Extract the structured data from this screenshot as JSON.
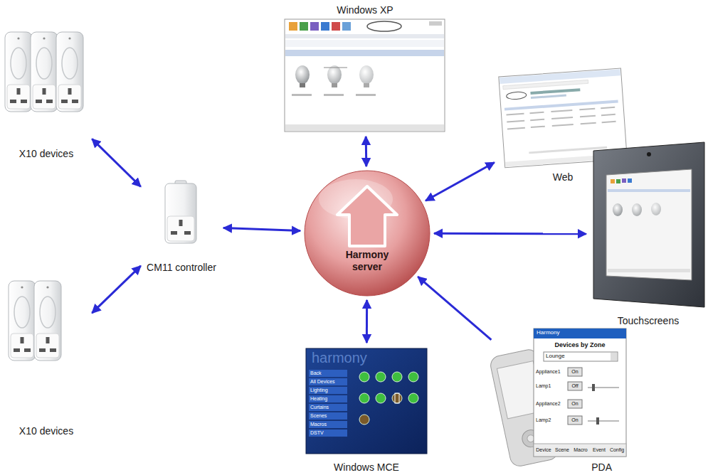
{
  "diagram": {
    "nodes": [
      {
        "text": [
          "Windows XP"
        ]
      },
      {
        "text": [
          "X10 devices"
        ]
      },
      {
        "text": [
          "Web"
        ]
      },
      {
        "text": [
          "CM11 controller"
        ]
      },
      {
        "text": [
          "Harmony server"
        ]
      },
      {
        "text": [
          "Touchscreens"
        ]
      },
      {
        "text": [
          "X10 devices"
        ]
      },
      {
        "text": [
          "PDA"
        ]
      },
      {
        "text": [
          "Windows MCE"
        ]
      }
    ],
    "edges": [
      {
        "from": 1,
        "to": 3,
        "arrow": "both"
      },
      {
        "from": 6,
        "to": 3,
        "arrow": "both"
      },
      {
        "from": 3,
        "to": 4,
        "arrow": "both"
      },
      {
        "from": 4,
        "to": 0,
        "arrow": "both"
      },
      {
        "from": 4,
        "to": 2,
        "arrow": "both"
      },
      {
        "from": 4,
        "to": 5,
        "arrow": "both"
      },
      {
        "from": 7,
        "to": 4,
        "arrow": "to"
      },
      {
        "from": 4,
        "to": 8,
        "arrow": "both"
      }
    ],
    "labels": [
      "Harmony",
      "Devices by Zone",
      "Lounge",
      "Appliance1",
      "On",
      "Lamp1",
      "Off",
      "Appliance2",
      "On",
      "Lamp2",
      "On",
      "Device",
      "Scene",
      "Macro",
      "Event",
      "Config",
      "harmony",
      "Back",
      "All Devices",
      "Lighting",
      "Heating",
      "Curtains",
      "Scenes",
      "Macros",
      "DSTV"
    ]
  }
}
